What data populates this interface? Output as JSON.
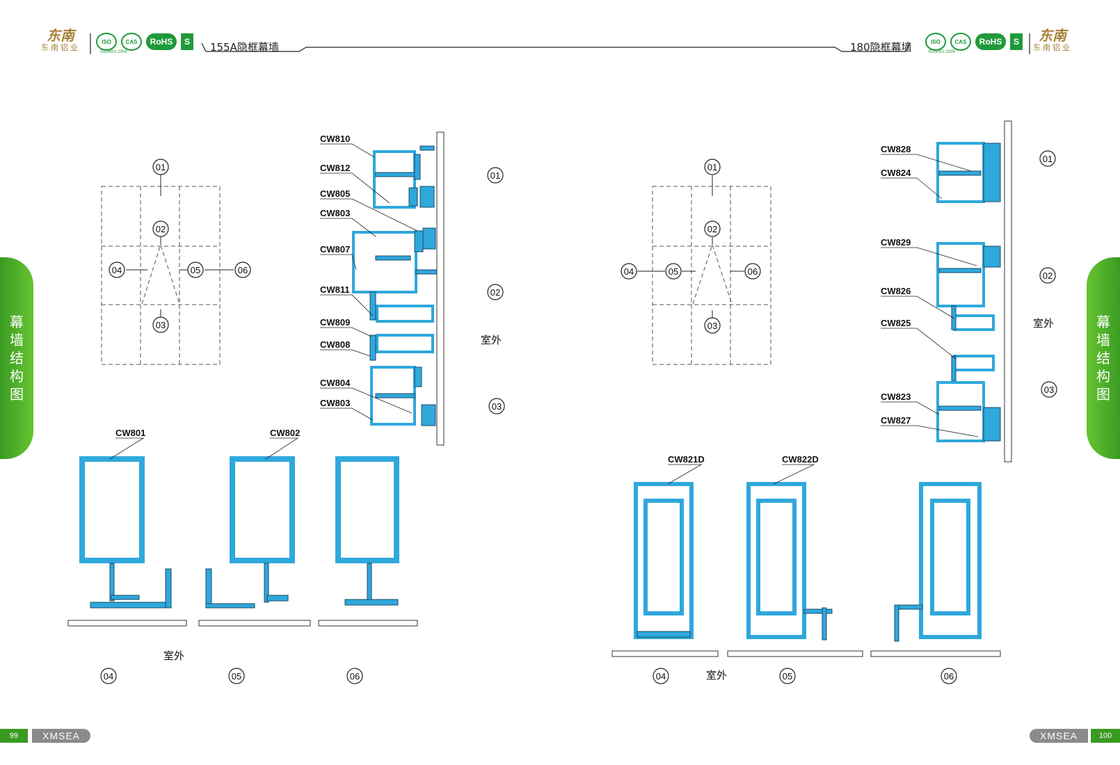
{
  "header": {
    "left_title": "155A隐框幕墙",
    "right_title": "180隐框幕墙",
    "logo_mark": "东南",
    "logo_name": "东南铝业",
    "iso_text": "ISO9001:2008",
    "rohs": "RoHS",
    "cnas": "CAS",
    "s_mark": "S"
  },
  "side_tabs": {
    "left": [
      "幕",
      "墙",
      "结",
      "构",
      "图"
    ],
    "right": [
      "幕",
      "墙",
      "结",
      "构",
      "图"
    ]
  },
  "footer": {
    "left_page": "99",
    "right_page": "100",
    "brand": "XMSEA"
  },
  "left_diagram": {
    "grid_markers": [
      "01",
      "02",
      "03",
      "04",
      "05",
      "06"
    ],
    "section_markers": [
      "01",
      "02",
      "03"
    ],
    "profile_labels": [
      "CW810",
      "CW812",
      "CW805",
      "CW803",
      "CW807",
      "CW811",
      "CW809",
      "CW808",
      "CW804",
      "CW803"
    ],
    "outside_label": "室外",
    "bottom_labels": [
      "CW801",
      "CW802"
    ],
    "bottom_outside": "室外",
    "bottom_markers": [
      "04",
      "05",
      "06"
    ]
  },
  "right_diagram": {
    "grid_markers": [
      "01",
      "02",
      "03",
      "04",
      "05",
      "06"
    ],
    "section_markers": [
      "01",
      "02",
      "03"
    ],
    "profile_labels": [
      "CW828",
      "CW824",
      "CW829",
      "CW826",
      "CW825",
      "CW823",
      "CW827"
    ],
    "outside_label": "室外",
    "bottom_labels": [
      "CW821D",
      "CW822D"
    ],
    "bottom_outside": "室外",
    "bottom_markers": [
      "04",
      "05",
      "06"
    ]
  },
  "colors": {
    "profile_fill": "#2fa8dc",
    "line": "#333333",
    "brand_green": "#3a9b22",
    "gold": "#a4823a"
  }
}
